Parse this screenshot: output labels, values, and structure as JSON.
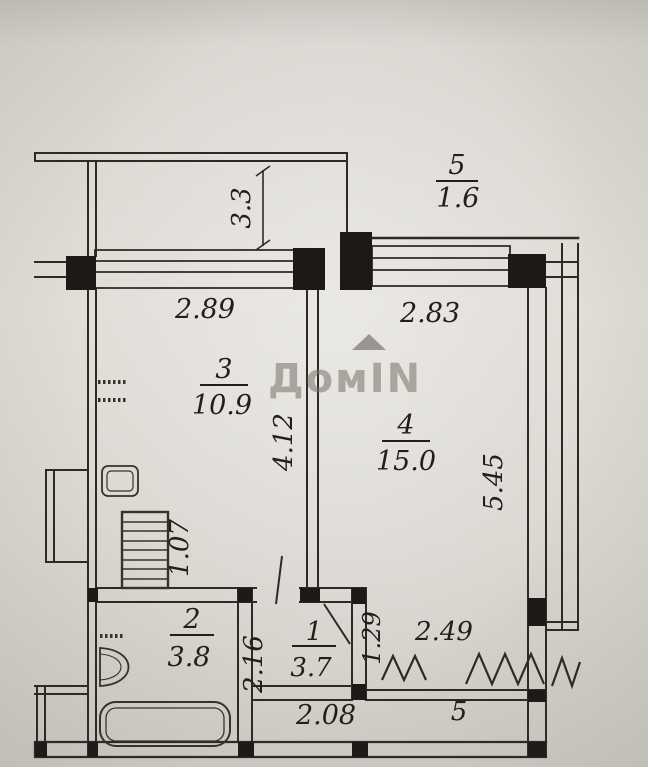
{
  "plan": {
    "watermark": "ДомIN",
    "rooms": {
      "balcony_top": {
        "number": "5",
        "area": "1.6"
      },
      "room3": {
        "number": "3",
        "area": "10.9"
      },
      "room4": {
        "number": "4",
        "area": "15.0"
      },
      "room2": {
        "number": "2",
        "area": "3.8"
      },
      "room1": {
        "number": "1",
        "area": "3.7"
      },
      "loggia_bottom": {
        "number": "5"
      }
    },
    "dimensions": {
      "balcony_depth": "3.3",
      "window_left_width": "2.89",
      "window_right_width": "2.83",
      "room3_depth": "4.12",
      "room4_depth": "5.45",
      "closet_width": "1.07",
      "room2_depth": "2.16",
      "hall_depth": "1.29",
      "loggia_width": "2.49",
      "hall_width": "2.08"
    }
  }
}
